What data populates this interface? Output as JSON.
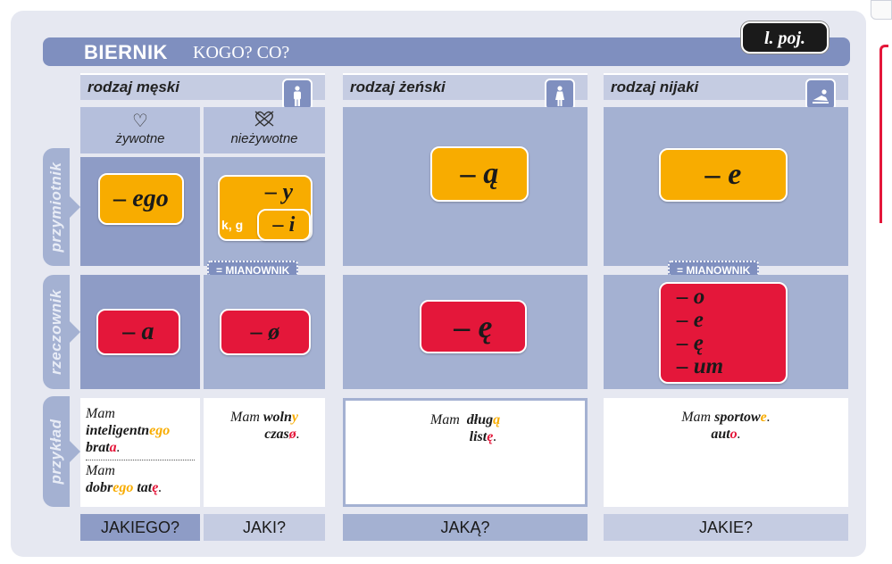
{
  "header": {
    "title": "BIERNIK",
    "subtitle": "KOGO? CO?",
    "badge": "l. poj."
  },
  "genders": {
    "masc": {
      "label": "rodzaj męski",
      "icon": "man-icon"
    },
    "fem": {
      "label": "rodzaj żeński",
      "icon": "woman-icon"
    },
    "neut": {
      "label": "rodzaj nijaki",
      "icon": "child-icon"
    }
  },
  "masc_sub": {
    "animate": {
      "label": "żywotne",
      "icon": "heart-icon"
    },
    "inanimate": {
      "label": "nieżywotne",
      "icon": "crossed-heart-icon"
    }
  },
  "rows": {
    "adjective": "przymiotnik",
    "noun": "rzeczownik",
    "example": "przykład"
  },
  "endings": {
    "adj_masc_anim": "– ego",
    "adj_masc_inan": "– y",
    "adj_masc_inan_kg_label": "k, g",
    "adj_masc_inan_kg": "– i",
    "adj_fem": "– ą",
    "adj_neut": "– e",
    "noun_masc_anim": "– a",
    "noun_masc_inan": "– ø",
    "noun_fem": "– ę",
    "noun_neut": [
      "– o",
      "– e",
      "– ę",
      "– um"
    ]
  },
  "mianownik": "= MIANOWNIK",
  "examples": {
    "masc_anim_1": {
      "mam": "Mam",
      "adj_stem": "inteligentn",
      "adj_end": "ego",
      "noun_stem": "brat",
      "noun_end": "a",
      "dot": "."
    },
    "masc_anim_2": {
      "mam": "Mam",
      "adj_stem": "dobr",
      "adj_end": "ego",
      "noun_stem": "tat",
      "noun_end": "ę",
      "dot": "."
    },
    "masc_inan": {
      "mam": "Mam",
      "adj_stem": "woln",
      "adj_end": "y",
      "noun_stem": "czas",
      "noun_end": "ø",
      "dot": "."
    },
    "fem": {
      "mam": "Mam",
      "adj_stem": "dług",
      "adj_end": "ą",
      "noun_stem": "list",
      "noun_end": "ę",
      "dot": "."
    },
    "neut": {
      "mam": "Mam",
      "adj_stem": "sportow",
      "adj_end": "e",
      "noun_stem": "aut",
      "noun_end": "o",
      "dot": "."
    }
  },
  "questions": {
    "q1": "JAKIEGO?",
    "q2": "JAKI?",
    "q3": "JAKĄ?",
    "q4": "JAKIE?"
  },
  "colors": {
    "orange": "#f8ac00",
    "red": "#e4173a",
    "header_blue": "#7f8fbf"
  }
}
